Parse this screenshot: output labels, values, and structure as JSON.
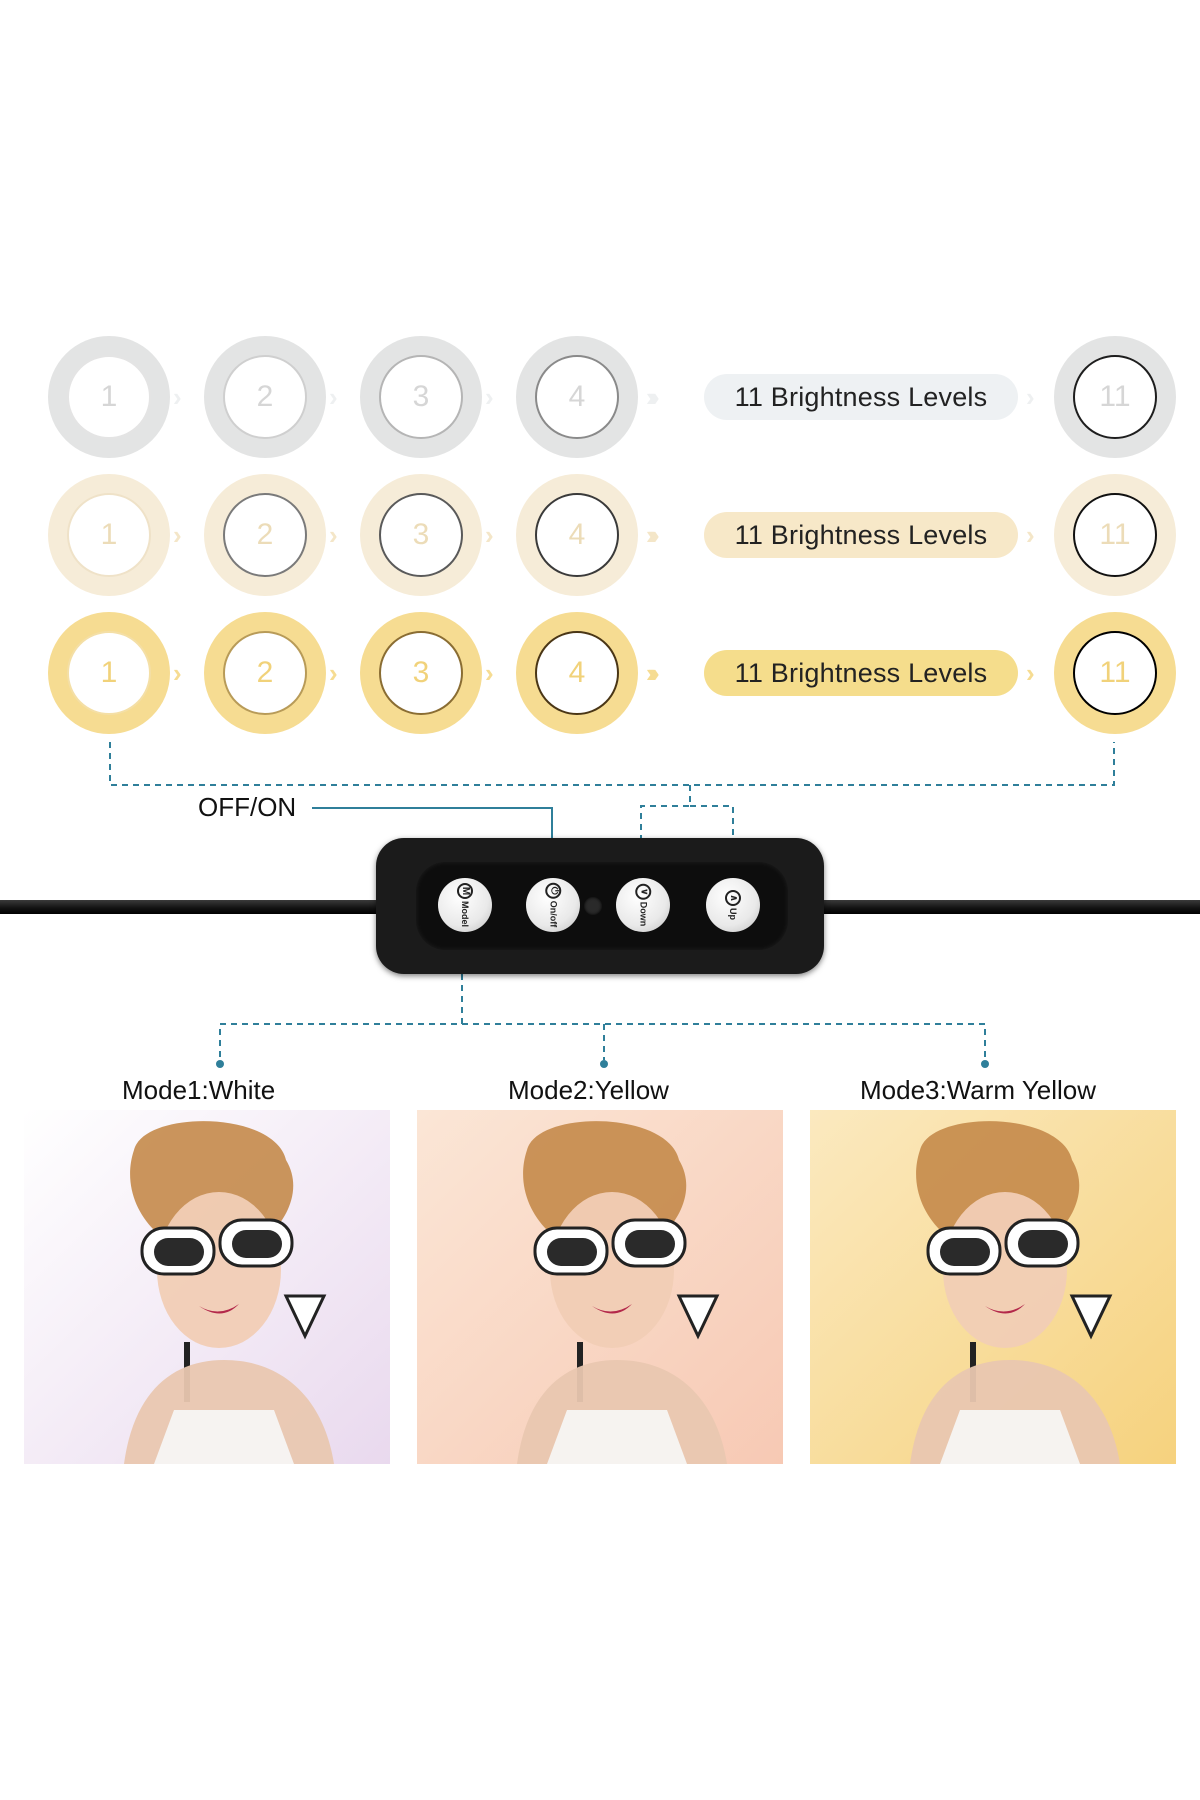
{
  "brightness_rows": [
    {
      "mode": "white",
      "ring_color": "#e3e4e4",
      "num_color": "#d6d6d6",
      "arrow_color": "#eef0f1",
      "pill_color": "#eef1f3",
      "pill_text": "11 Brightness Levels",
      "levels": [
        "1",
        "2",
        "3",
        "4",
        "11"
      ],
      "inner_border": [
        "#e4e4e4",
        "#cfcfcf",
        "#b5b5b5",
        "#8a8a8a",
        "#1e1e1e"
      ]
    },
    {
      "mode": "yellow",
      "ring_color": "#f6ecd8",
      "num_color": "#ecdcb8",
      "arrow_color": "#f4e6c8",
      "pill_color": "#f7e8c8",
      "pill_text": "11 Brightness Levels",
      "levels": [
        "1",
        "2",
        "3",
        "4",
        "11"
      ],
      "inner_border": [
        "#efe2c8",
        "#7a7a7a",
        "#5a5a5a",
        "#3a3a3a",
        "#111111"
      ]
    },
    {
      "mode": "warm-yellow",
      "ring_color": "#f6dc92",
      "num_color": "#f1d27a",
      "arrow_color": "#f6dc92",
      "pill_color": "#f5dd8c",
      "pill_text": "11 Brightness Levels",
      "levels": [
        "1",
        "2",
        "3",
        "4",
        "11"
      ],
      "inner_border": [
        "#f4dfa6",
        "#b89b58",
        "#8a6d33",
        "#4a3616",
        "#000000"
      ]
    }
  ],
  "labels": {
    "off_on": "OFF/ON"
  },
  "controller": {
    "buttons": [
      {
        "symbol": "M",
        "text": "Model"
      },
      {
        "symbol": "⏻",
        "text": "On/off"
      },
      {
        "symbol": "∨",
        "text": "Down"
      },
      {
        "symbol": "∧",
        "text": "Up"
      }
    ]
  },
  "modes": [
    {
      "label": "Mode1:White",
      "tint": "#e9d9ee",
      "tint2": "#ffffff"
    },
    {
      "label": "Mode2:Yellow",
      "tint": "#f7c9b4",
      "tint2": "#fbe6d6"
    },
    {
      "label": "Mode3:Warm Yellow",
      "tint": "#f6d27e",
      "tint2": "#fbe9bf"
    }
  ],
  "colors": {
    "connector_line": "#2f7f9a",
    "cable": "#1a1a1a"
  }
}
